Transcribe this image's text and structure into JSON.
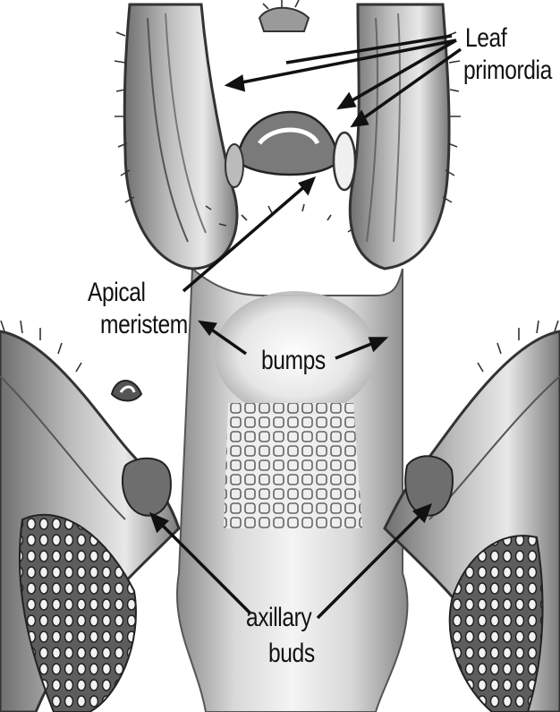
{
  "labels": {
    "leaf_primordia": [
      "Leaf",
      "primordia"
    ],
    "apical_meristem": [
      "Apical",
      "meristem"
    ],
    "bumps": "bumps",
    "axillary_buds": [
      "axillary",
      "buds"
    ]
  },
  "colors": {
    "ink": "#222222",
    "tissue_dark": "#6a6a6a",
    "tissue_mid": "#9a9a9a",
    "tissue_light": "#d8d8d8",
    "background": "#ffffff"
  }
}
